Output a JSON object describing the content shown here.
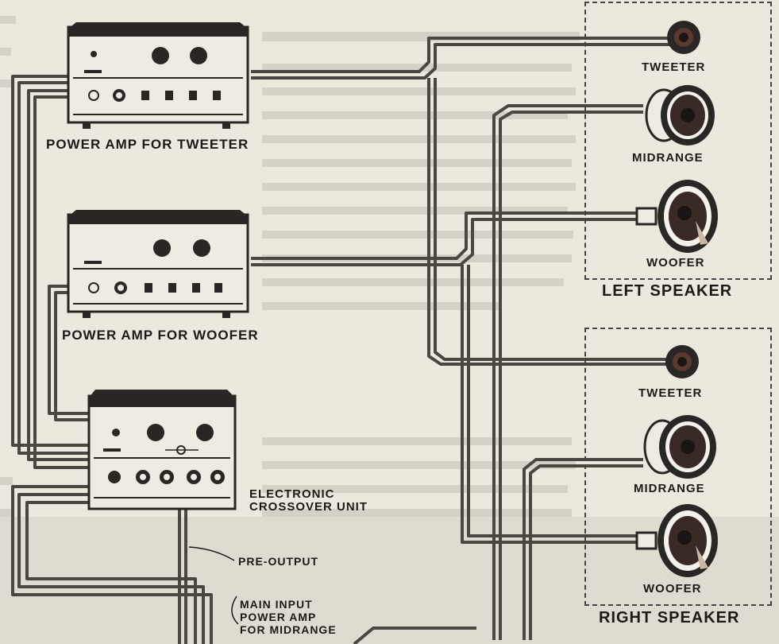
{
  "amplifiers": {
    "tweeter_amp_label": "POWER AMP FOR TWEETER",
    "woofer_amp_label": "POWER AMP FOR WOOFER",
    "crossover_label_line1": "ELECTRONIC",
    "crossover_label_line2": "CROSSOVER UNIT"
  },
  "left_speaker": {
    "title": "LEFT SPEAKER",
    "tweeter": "TWEETER",
    "midrange": "MIDRANGE",
    "woofer": "WOOFER"
  },
  "right_speaker": {
    "title": "RIGHT SPEAKER",
    "tweeter": "TWEETER",
    "midrange": "MIDRANGE",
    "woofer": "WOOFER"
  },
  "connections": {
    "pre_output": "PRE-OUTPUT",
    "main_input_line1": "MAIN INPUT",
    "main_input_line2": "POWER AMP",
    "main_input_line3": "FOR MIDRANGE"
  },
  "colors": {
    "paper": "#ece8de",
    "wire": "#4a4642",
    "amp_body": "#efebe3",
    "amp_top": "#2a2623",
    "ink": "#1c1a18"
  }
}
